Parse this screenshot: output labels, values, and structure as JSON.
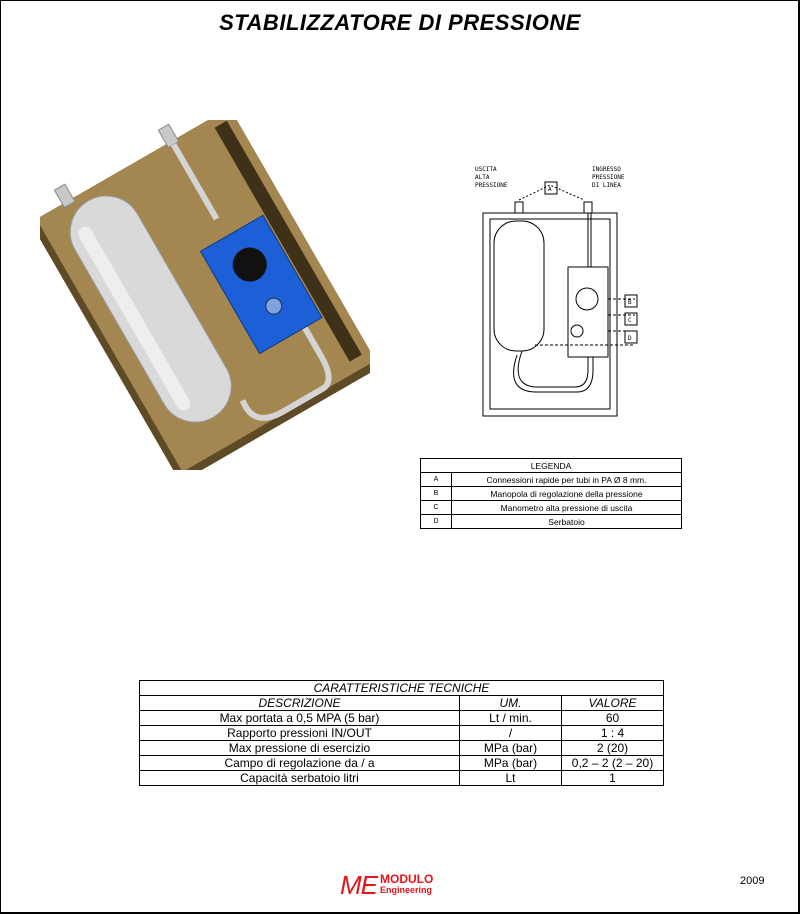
{
  "title": "STABILIZZATORE DI PRESSIONE",
  "schematic": {
    "label_out": [
      "USCITA",
      "ALTA",
      "PRESSIONE"
    ],
    "label_in": [
      "INGRESSO",
      "PRESSIONE",
      "DI LINEA"
    ],
    "marks": [
      "A",
      "B",
      "C",
      "D"
    ]
  },
  "legend": {
    "header": "LEGENDA",
    "rows": [
      {
        "key": "A",
        "text": "Connessioni rapide per tubi in PA Ø 8 mm."
      },
      {
        "key": "B",
        "text": "Manopola di regolazione della pressione"
      },
      {
        "key": "C",
        "text": "Manometro alta pressione di uscita"
      },
      {
        "key": "D",
        "text": "Serbatoio"
      }
    ]
  },
  "specs": {
    "title": "CARATTERISTICHE TECNICHE",
    "headers": [
      "DESCRIZIONE",
      "UM.",
      "VALORE"
    ],
    "rows": [
      [
        "Max portata a 0,5 MPA (5 bar)",
        "Lt / min.",
        "60"
      ],
      [
        "Rapporto pressioni IN/OUT",
        "/",
        "1 : 4"
      ],
      [
        "Max pressione di esercizio",
        "MPa (bar)",
        "2 (20)"
      ],
      [
        "Campo di regolazione da / a",
        "MPa (bar)",
        "0,2 – 2 (2 – 20)"
      ],
      [
        "Capacità serbatoio litri",
        "Lt",
        "1"
      ]
    ]
  },
  "logo": {
    "me": "ME",
    "line1": "MODULO",
    "line2": "Engineering"
  },
  "year": "2009",
  "colors": {
    "wood": "#a38650",
    "wood_dark": "#5e4a26",
    "box_blue": "#1c5fd6",
    "logo_red": "#e8141b"
  }
}
